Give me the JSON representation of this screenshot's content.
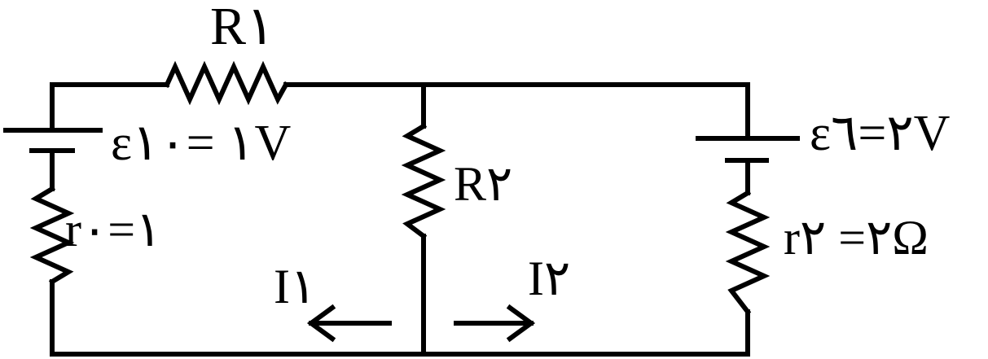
{
  "colors": {
    "line": "#000000",
    "background": "#ffffff"
  },
  "labels": {
    "R1": "R١",
    "R2": "R٢",
    "E1": "ɛ١ =١٠V",
    "E2": "ɛ٢=٦V",
    "r1": "r١=٠",
    "r2": "r٢= ٢Ω",
    "I1": "I١",
    "I2": "I٢"
  }
}
